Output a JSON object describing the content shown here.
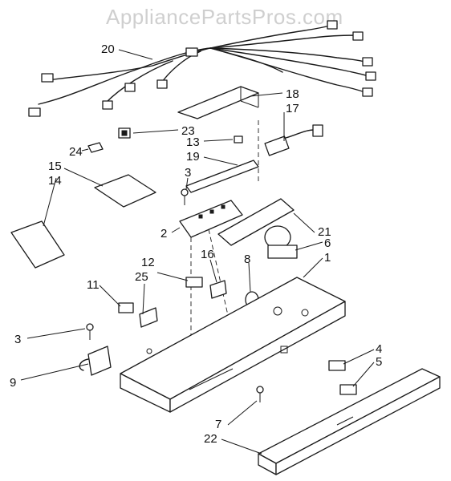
{
  "watermark": "AppliancePartsPros.com",
  "callouts": {
    "c1": "1",
    "c2": "2",
    "c3a": "3",
    "c3b": "3",
    "c4": "4",
    "c5": "5",
    "c6": "6",
    "c7": "7",
    "c8": "8",
    "c9": "9",
    "c11": "11",
    "c12": "12",
    "c13": "13",
    "c14": "14",
    "c15": "15",
    "c16": "16",
    "c17": "17",
    "c18": "18",
    "c19": "19",
    "c20": "20",
    "c21": "21",
    "c22": "22",
    "c23": "23",
    "c24": "24",
    "c25": "25"
  }
}
